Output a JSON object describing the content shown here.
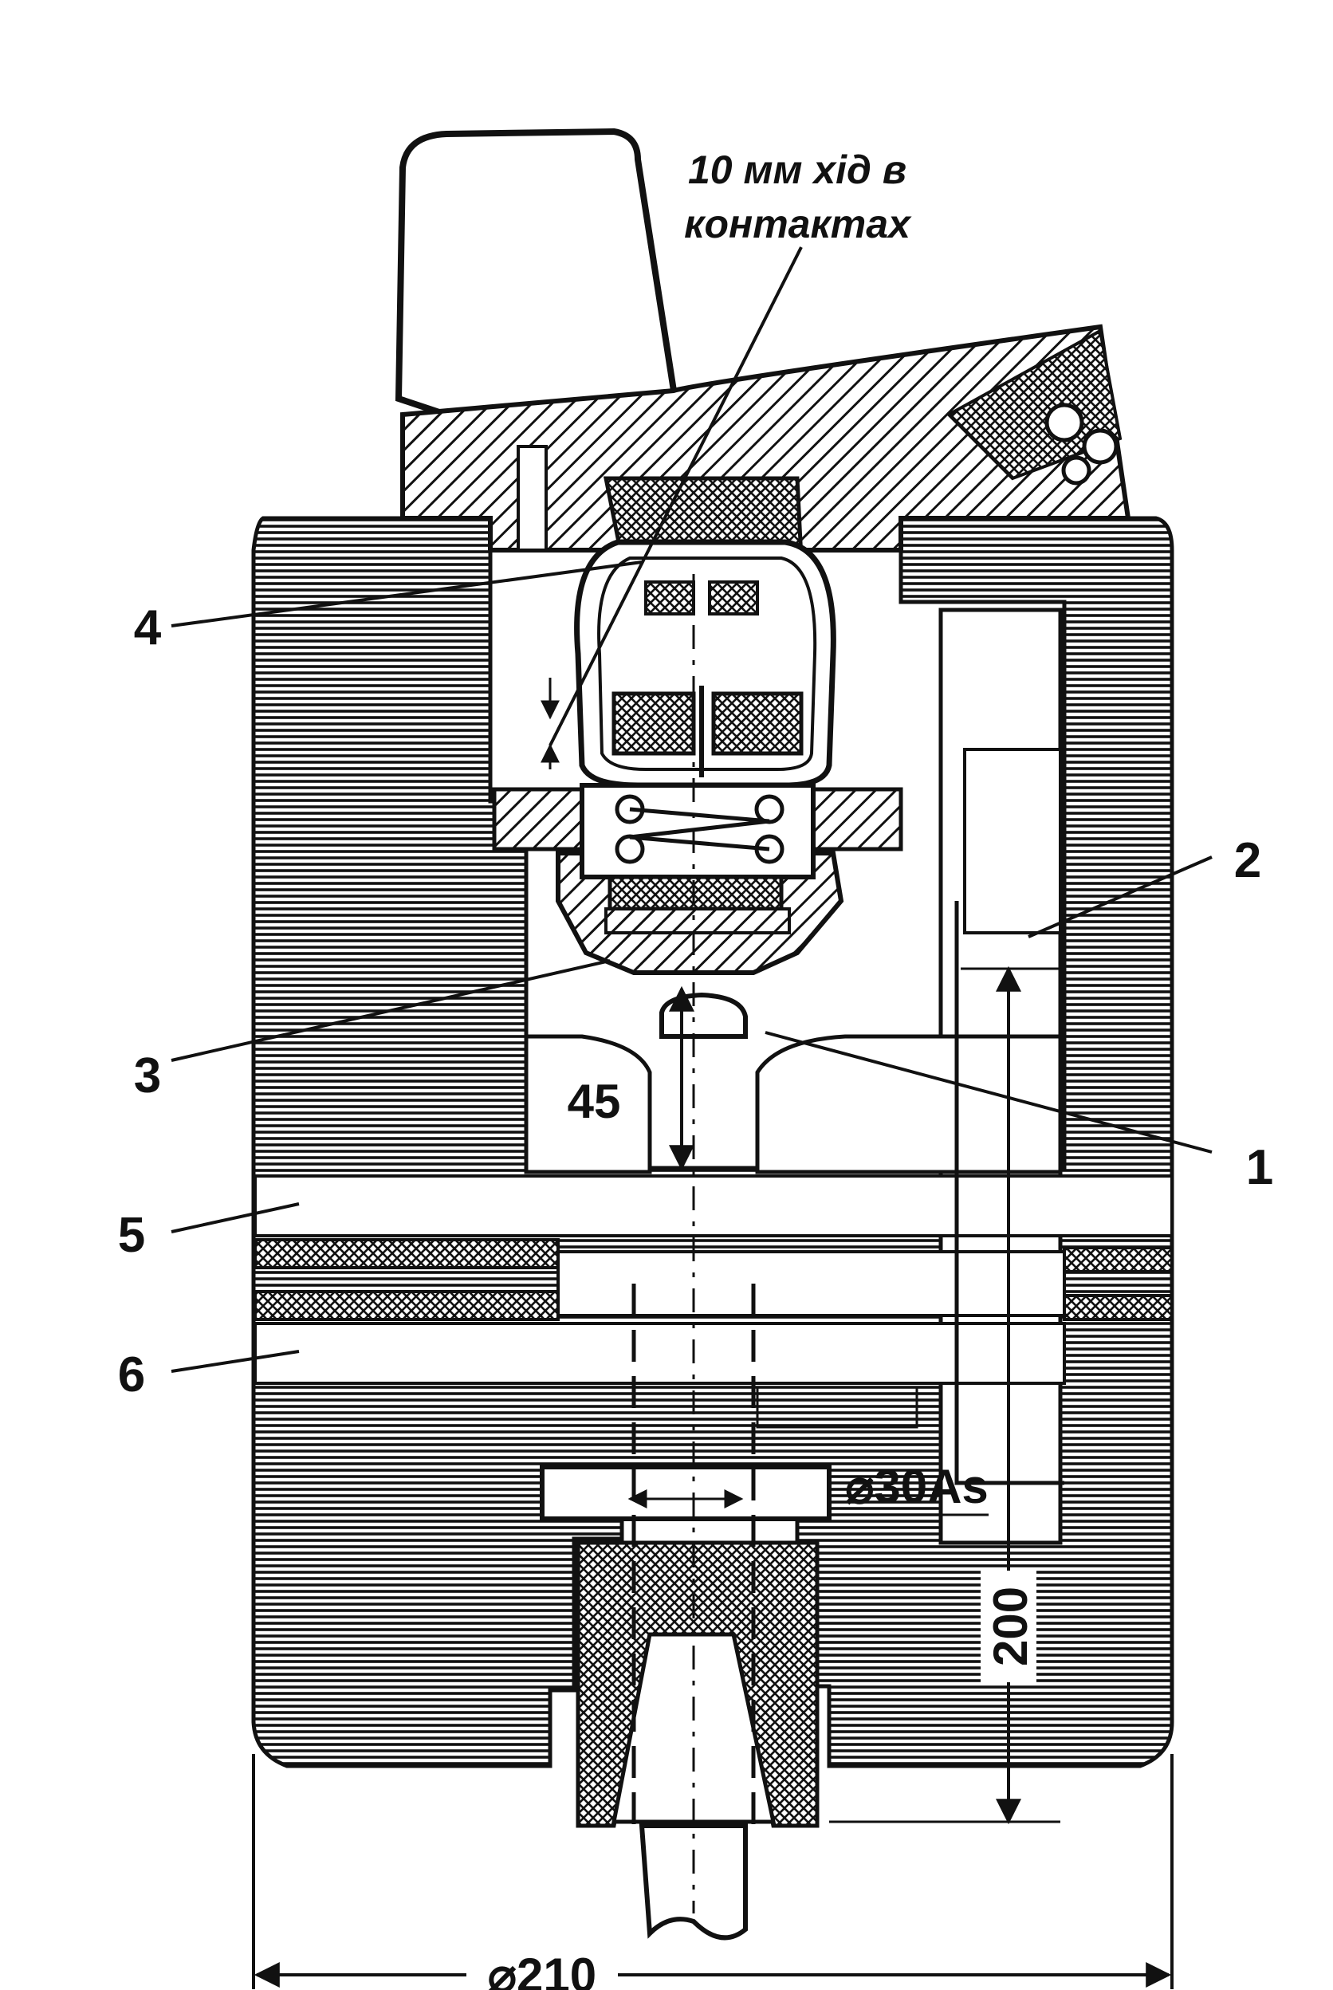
{
  "annotation": {
    "line1": "10 мм хід в",
    "line2": "контактах"
  },
  "callouts": [
    "1",
    "2",
    "3",
    "4",
    "5",
    "6"
  ],
  "dimensions": {
    "angle": "45",
    "bore": "⌀30As",
    "height": "200",
    "diameter": "⌀210"
  }
}
